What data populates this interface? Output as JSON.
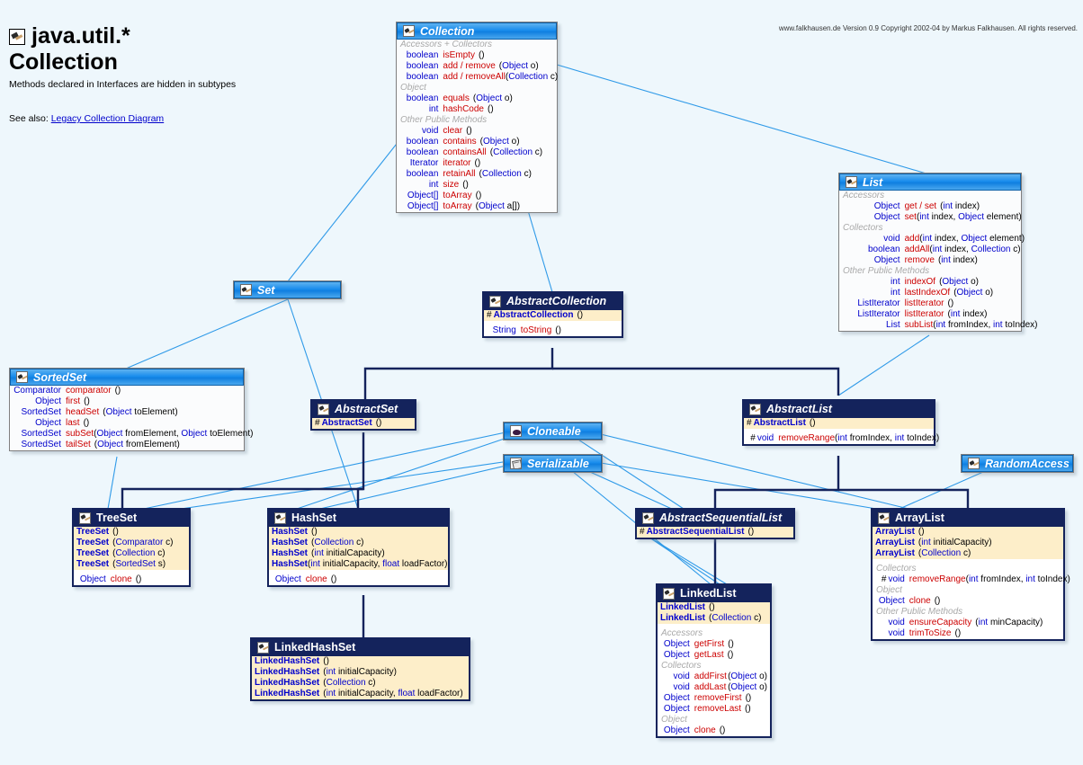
{
  "page": {
    "title_package": "java.util.*",
    "title_name": "Collection",
    "note": "Methods declared in Interfaces are hidden in subtypes",
    "see_also_label": "See also:",
    "see_also_link": "Legacy Collection Diagram",
    "copyright": "www.falkhausen.de Version 0.9 Copyright 2002-04 by Markus Falkhausen. All rights reserved.",
    "bg_color": "#eef7fc",
    "interface_header_color": "#1a8ded",
    "class_header_color": "#14235c",
    "ctor_section_color": "#fdeec9",
    "interface_edge_color": "#2f9ae8",
    "class_edge_color": "#14235c"
  },
  "boxes": {
    "collection": {
      "name": "Collection",
      "kind": "interface",
      "icon": "hammer-icon",
      "sections": [
        {
          "group": "Accessors + Collectors",
          "rows": [
            {
              "ret": "boolean",
              "name": "isEmpty",
              "params": "()"
            },
            {
              "ret": "boolean",
              "name": "add / remove",
              "params": "(Object o)"
            },
            {
              "ret": "boolean",
              "name": "add / removeAll",
              "params": "(Collection c)"
            }
          ]
        },
        {
          "group": "Object",
          "rows": [
            {
              "ret": "boolean",
              "name": "equals",
              "params": "(Object o)"
            },
            {
              "ret": "int",
              "name": "hashCode",
              "params": "()"
            }
          ]
        },
        {
          "group": "Other Public Methods",
          "rows": [
            {
              "ret": "void",
              "name": "clear",
              "params": "()"
            },
            {
              "ret": "boolean",
              "name": "contains",
              "params": "(Object o)"
            },
            {
              "ret": "boolean",
              "name": "containsAll",
              "params": "(Collection c)"
            },
            {
              "ret": "Iterator",
              "name": "iterator",
              "params": "()"
            },
            {
              "ret": "boolean",
              "name": "retainAll",
              "params": "(Collection c)"
            },
            {
              "ret": "int",
              "name": "size",
              "params": "()"
            },
            {
              "ret": "Object[]",
              "name": "toArray",
              "params": "()"
            },
            {
              "ret": "Object[]",
              "name": "toArray",
              "params": "(Object a[])"
            }
          ]
        }
      ]
    },
    "list": {
      "name": "List",
      "kind": "interface",
      "icon": "hammer-icon",
      "sections": [
        {
          "group": "Accessors",
          "rows": [
            {
              "ret": "Object",
              "name": "get / set",
              "params": "(int index)"
            },
            {
              "ret": "Object",
              "name": "set",
              "params": "(int index, Object element)"
            }
          ]
        },
        {
          "group": "Collectors",
          "rows": [
            {
              "ret": "void",
              "name": "add",
              "params": "(int index, Object element)"
            },
            {
              "ret": "boolean",
              "name": "addAll",
              "params": "(int index, Collection c)"
            },
            {
              "ret": "Object",
              "name": "remove",
              "params": "(int index)"
            }
          ]
        },
        {
          "group": "Other Public Methods",
          "rows": [
            {
              "ret": "int",
              "name": "indexOf",
              "params": "(Object o)"
            },
            {
              "ret": "int",
              "name": "lastIndexOf",
              "params": "(Object o)"
            },
            {
              "ret": "ListIterator",
              "name": "listIterator",
              "params": "()"
            },
            {
              "ret": "ListIterator",
              "name": "listIterator",
              "params": "(int index)"
            },
            {
              "ret": "List",
              "name": "subList",
              "params": "(int fromIndex, int toIndex)"
            }
          ]
        }
      ]
    },
    "set": {
      "name": "Set",
      "kind": "interface",
      "icon": "hammer-icon",
      "sections": []
    },
    "sortedset": {
      "name": "SortedSet",
      "kind": "interface",
      "icon": "hammer-icon",
      "sections": [
        {
          "group": "",
          "rows": [
            {
              "ret": "Comparator",
              "name": "comparator",
              "params": "()"
            },
            {
              "ret": "Object",
              "name": "first",
              "params": "()"
            },
            {
              "ret": "SortedSet",
              "name": "headSet",
              "params": "(Object toElement)"
            },
            {
              "ret": "Object",
              "name": "last",
              "params": "()"
            },
            {
              "ret": "SortedSet",
              "name": "subSet",
              "params": "(Object fromElement, Object toElement)"
            },
            {
              "ret": "SortedSet",
              "name": "tailSet",
              "params": "(Object fromElement)"
            }
          ]
        }
      ]
    },
    "cloneable": {
      "name": "Cloneable",
      "kind": "interface",
      "icon": "cloneable-icon",
      "sections": []
    },
    "serializable": {
      "name": "Serializable",
      "kind": "interface",
      "icon": "serializable-icon",
      "sections": []
    },
    "randomaccess": {
      "name": "RandomAccess",
      "kind": "interface",
      "icon": "hammer-icon",
      "sections": []
    },
    "abstractcollection": {
      "name": "AbstractCollection",
      "kind": "abstract-class",
      "icon": "hammer-icon",
      "ctors": [
        {
          "vis": "#",
          "name": "AbstractCollection",
          "params": "()"
        }
      ],
      "sections": [
        {
          "group": "",
          "rows": [
            {
              "ret": "String",
              "name": "toString",
              "params": "()"
            }
          ]
        }
      ]
    },
    "abstractset": {
      "name": "AbstractSet",
      "kind": "abstract-class",
      "icon": "hammer-icon",
      "ctors": [
        {
          "vis": "#",
          "name": "AbstractSet",
          "params": "()"
        }
      ],
      "sections": []
    },
    "abstractlist": {
      "name": "AbstractList",
      "kind": "abstract-class",
      "icon": "hammer-icon",
      "ctors": [
        {
          "vis": "#",
          "name": "AbstractList",
          "params": "()"
        }
      ],
      "sections": [
        {
          "group": "",
          "rows": [
            {
              "vis": "#",
              "ret": "void",
              "name": "removeRange",
              "params": "(int fromIndex, int toIndex)"
            }
          ]
        }
      ]
    },
    "abstractsequentiallist": {
      "name": "AbstractSequentialList",
      "kind": "abstract-class",
      "icon": "hammer-icon",
      "ctors": [
        {
          "vis": "#",
          "name": "AbstractSequentialList",
          "params": "()"
        }
      ],
      "sections": []
    },
    "treeset": {
      "name": "TreeSet",
      "kind": "class",
      "icon": "hammer-icon",
      "ctors": [
        {
          "name": "TreeSet",
          "params": "()"
        },
        {
          "name": "TreeSet",
          "params": "(Comparator c)"
        },
        {
          "name": "TreeSet",
          "params": "(Collection c)"
        },
        {
          "name": "TreeSet",
          "params": "(SortedSet s)"
        }
      ],
      "sections": [
        {
          "group": "",
          "rows": [
            {
              "ret": "Object",
              "name": "clone",
              "params": "()"
            }
          ]
        }
      ]
    },
    "hashset": {
      "name": "HashSet",
      "kind": "class",
      "icon": "hammer-icon",
      "ctors": [
        {
          "name": "HashSet",
          "params": "()"
        },
        {
          "name": "HashSet",
          "params": "(Collection c)"
        },
        {
          "name": "HashSet",
          "params": "(int initialCapacity)"
        },
        {
          "name": "HashSet",
          "params": "(int initialCapacity, float loadFactor)"
        }
      ],
      "sections": [
        {
          "group": "",
          "rows": [
            {
              "ret": "Object",
              "name": "clone",
              "params": "()"
            }
          ]
        }
      ]
    },
    "linkedhashset": {
      "name": "LinkedHashSet",
      "kind": "class",
      "icon": "hammer-icon",
      "ctors": [
        {
          "name": "LinkedHashSet",
          "params": "()"
        },
        {
          "name": "LinkedHashSet",
          "params": "(int initialCapacity)"
        },
        {
          "name": "LinkedHashSet",
          "params": "(Collection c)"
        },
        {
          "name": "LinkedHashSet",
          "params": "(int initialCapacity, float loadFactor)"
        }
      ],
      "sections": []
    },
    "linkedlist": {
      "name": "LinkedList",
      "kind": "class",
      "icon": "hammer-icon",
      "ctors": [
        {
          "name": "LinkedList",
          "params": "()"
        },
        {
          "name": "LinkedList",
          "params": "(Collection c)"
        }
      ],
      "sections": [
        {
          "group": "Accessors",
          "rows": [
            {
              "ret": "Object",
              "name": "getFirst",
              "params": "()"
            },
            {
              "ret": "Object",
              "name": "getLast",
              "params": "()"
            }
          ]
        },
        {
          "group": "Collectors",
          "rows": [
            {
              "ret": "void",
              "name": "addFirst",
              "params": "(Object o)"
            },
            {
              "ret": "void",
              "name": "addLast",
              "params": "(Object o)"
            },
            {
              "ret": "Object",
              "name": "removeFirst",
              "params": "()"
            },
            {
              "ret": "Object",
              "name": "removeLast",
              "params": "()"
            }
          ]
        },
        {
          "group": "Object",
          "rows": [
            {
              "ret": "Object",
              "name": "clone",
              "params": "()"
            }
          ]
        }
      ]
    },
    "arraylist": {
      "name": "ArrayList",
      "kind": "class",
      "icon": "hammer-icon",
      "ctors": [
        {
          "name": "ArrayList",
          "params": "()"
        },
        {
          "name": "ArrayList",
          "params": "(int initialCapacity)"
        },
        {
          "name": "ArrayList",
          "params": "(Collection c)"
        }
      ],
      "sections": [
        {
          "group": "Collectors",
          "rows": [
            {
              "vis": "#",
              "ret": "void",
              "name": "removeRange",
              "params": "(int fromIndex, int toIndex)"
            }
          ]
        },
        {
          "group": "Object",
          "rows": [
            {
              "ret": "Object",
              "name": "clone",
              "params": "()"
            }
          ]
        },
        {
          "group": "Other Public Methods",
          "rows": [
            {
              "ret": "void",
              "name": "ensureCapacity",
              "params": "(int minCapacity)"
            },
            {
              "ret": "void",
              "name": "trimToSize",
              "params": "()"
            }
          ]
        }
      ]
    }
  }
}
